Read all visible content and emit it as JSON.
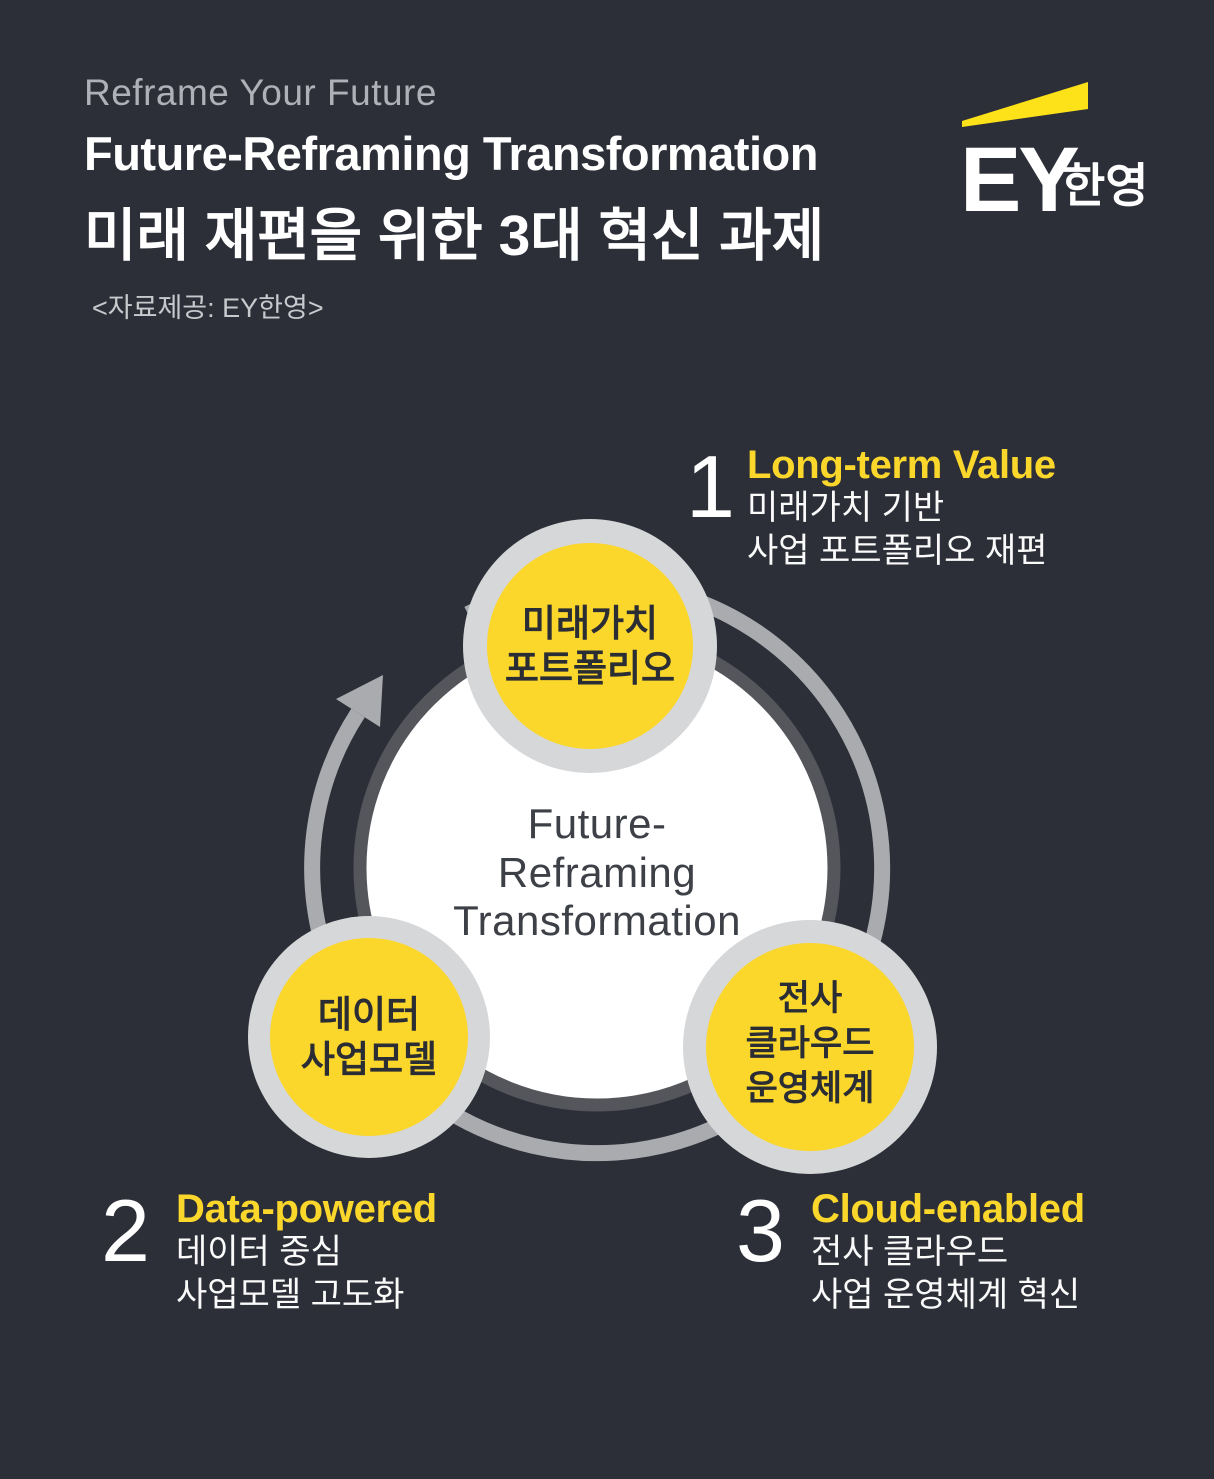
{
  "colors": {
    "bg": "#2d2f38",
    "yellow": "#fbd62b",
    "beam-yellow": "#fde21a",
    "muted": "#b0b1b8",
    "source-gray": "#c8c9cd",
    "halo": "#d6d7d9",
    "arc": "#a9abaf",
    "ring": "#54565c",
    "circle-text": "#2b2d35",
    "center-text": "#3d4046",
    "body-text": "#fafafa"
  },
  "header": {
    "eyebrow": "Reframe Your Future",
    "title_en": "Future-Reframing Transformation",
    "title_ko": "미래 재편을 위한 3대 혁신 과제",
    "source": "<자료제공: EY한영>"
  },
  "logo": {
    "brand": "EY",
    "suffix": "한영"
  },
  "diagram": {
    "center": {
      "line1": "Future-",
      "line2": "Reframing",
      "line3": "Transformation"
    },
    "nodes": {
      "top": {
        "line1": "미래가치",
        "line2": "포트폴리오"
      },
      "left": {
        "line1": "데이터",
        "line2": "사업모델"
      },
      "right": {
        "line1": "전사",
        "line2": "클라우드",
        "line3": "운영체계"
      }
    }
  },
  "items": [
    {
      "number": "1",
      "title": "Long-term Value",
      "line1": "미래가치 기반",
      "line2": "사업 포트폴리오 재편"
    },
    {
      "number": "2",
      "title": "Data-powered",
      "line1": "데이터 중심",
      "line2": "사업모델 고도화"
    },
    {
      "number": "3",
      "title": "Cloud-enabled",
      "line1": "전사 클라우드",
      "line2": "사업 운영체계 혁신"
    }
  ]
}
